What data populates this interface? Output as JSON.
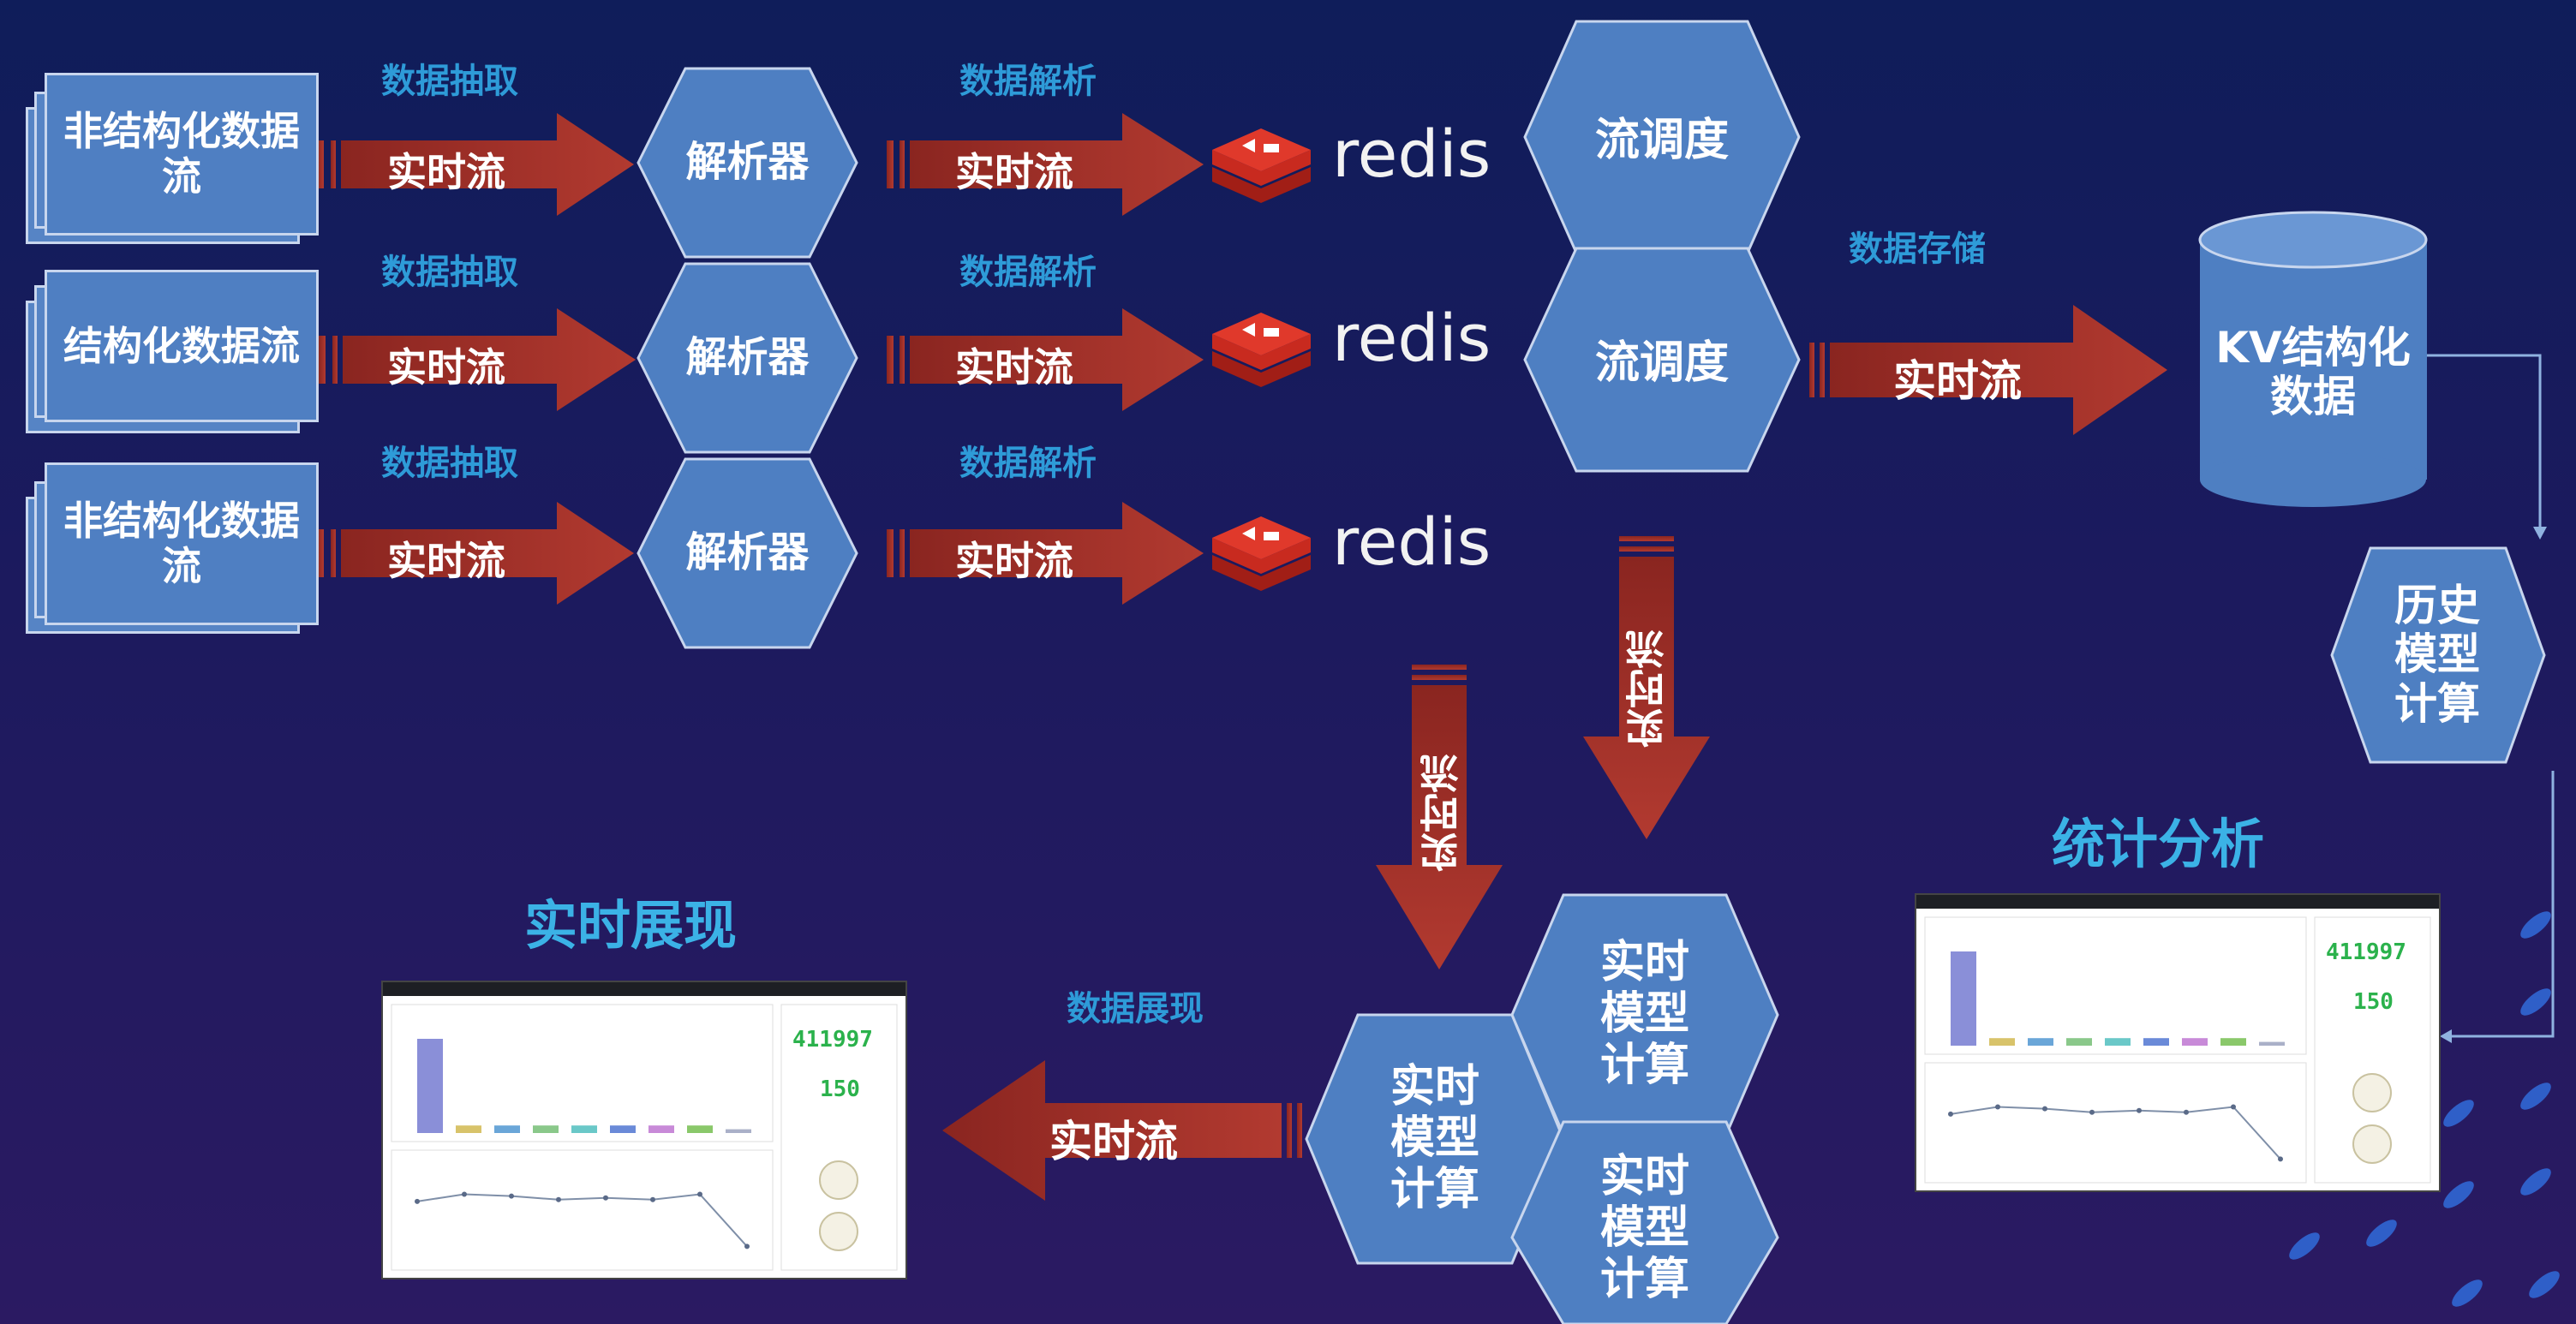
{
  "colors": {
    "accent_blue": "#2e9bd8",
    "hex_fill": "#4e7fc2",
    "arrow_red": "#a3302a",
    "redis_red": "#d9382a"
  },
  "labels": {
    "extract": "数据抽取",
    "parse": "数据解析",
    "store": "数据存储",
    "show": "数据展现"
  },
  "sources": [
    {
      "text": "非结构化数据流"
    },
    {
      "text": "结构化数据流"
    },
    {
      "text": "非结构化数据流"
    }
  ],
  "parser": "解析器",
  "stream": "实时流",
  "redis": "redis",
  "scheduler": "流调度",
  "kv_store": "KV结构化数据",
  "history": "历史模型计算",
  "realtime_model": "实时模型计算",
  "titles": {
    "stats": "统计分析",
    "realtime": "实时展现"
  },
  "dashboard": {
    "metric_big": "411997",
    "metric_small": "150",
    "bar_values": [
      1.0,
      0.08,
      0.08,
      0.08,
      0.08,
      0.08,
      0.08,
      0.08,
      0.04
    ],
    "line_values": [
      0.62,
      0.7,
      0.68,
      0.64,
      0.66,
      0.64,
      0.7,
      0.12
    ]
  },
  "icons": [
    "redis-logo-icon",
    "database-cylinder-icon",
    "dashboard-thumbnail"
  ]
}
